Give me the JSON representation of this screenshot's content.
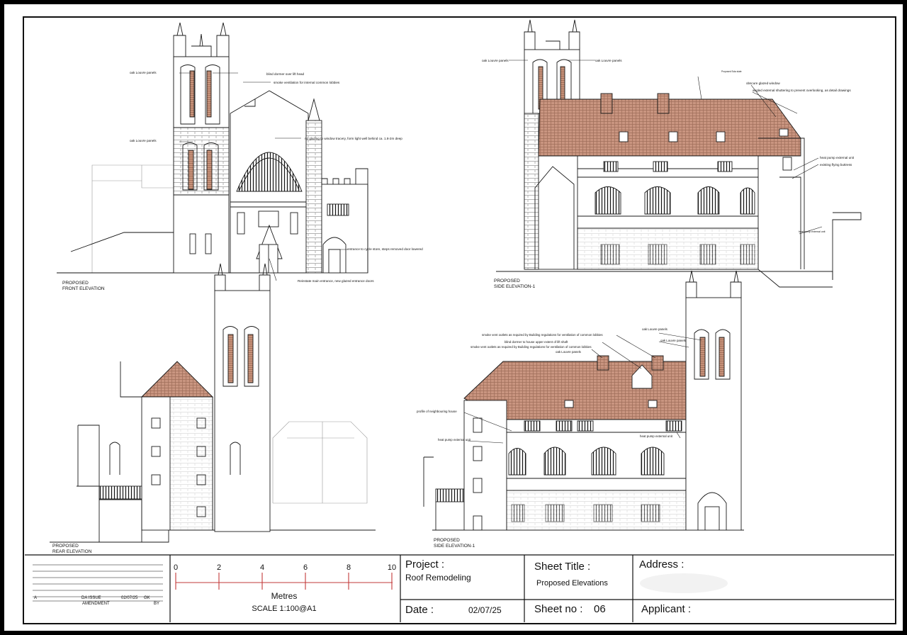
{
  "elevations": {
    "front": {
      "title_line1": "PROPOSED",
      "title_line2": "FRONT ELEVATION"
    },
    "side1": {
      "title_line1": "PROPOSED",
      "title_line2": "SIDE ELEVATION-1"
    },
    "rear": {
      "title_line1": "PROPOSED",
      "title_line2": "REAR ELEVATION"
    },
    "side2": {
      "title_line1": "PROPOSED",
      "title_line2": "SIDE ELEVATION-1"
    }
  },
  "annotations": {
    "front": [
      "oak Louvre panels",
      "blind dormer over lift head",
      "smoke ventilation for internal common lobbies",
      "oak Louvre panels",
      "no glazing to window tracery, form light well behind ca. 1.8-2m deep",
      "entrance to cycle store, steps removed door lowered",
      "Reinstate main entrance, new glazed entrance doors"
    ],
    "side1": [
      "oak Louvre panels",
      "oak Louvre panels",
      "Proposed Sola slate",
      "obscure glazed window",
      "angled external shuttering to prevent overlooking, as detail drawings",
      "heat pump external unit",
      "existing flying buttress",
      "heat pump external unit"
    ],
    "side2": [
      "smoke vent outlets as required by Building regulations for ventilation of common lobbies",
      "blind dormer to house upper extent of lift shaft",
      "smoke vent outlets as required by Building regulations for ventilation of common lobbies",
      "oak Louvre panels",
      "oak Louvre panels",
      "oak Louvre panels",
      "profile of neighbouring house",
      "heat pump external unit",
      "heat pump external unit"
    ]
  },
  "title_block": {
    "amendment": {
      "rev": "A",
      "description": "DA ISSUE",
      "date": "02/07/25",
      "initials": "GK",
      "col_amendment": "AMENDMENT",
      "col_by": "BY"
    },
    "scale_bar": {
      "ticks": [
        "0",
        "2",
        "4",
        "6",
        "8",
        "10"
      ],
      "unit": "Metres",
      "scale_text": "SCALE 1:100@A1"
    },
    "project_label": "Project :",
    "project_value": "Roof Remodeling",
    "date_label": "Date :",
    "date_value": "02/07/25",
    "sheet_title_label": "Sheet Title :",
    "sheet_title_value": "Proposed Elevations",
    "sheet_no_label": "Sheet no :",
    "sheet_no_value": "06",
    "address_label": "Address :",
    "applicant_label": "Applicant :"
  },
  "colors": {
    "roof": "#c99580",
    "louvre": "#c7927a",
    "line": "#1a1a1a",
    "paper": "#ffffff",
    "ghost": "#a0a0a0"
  }
}
